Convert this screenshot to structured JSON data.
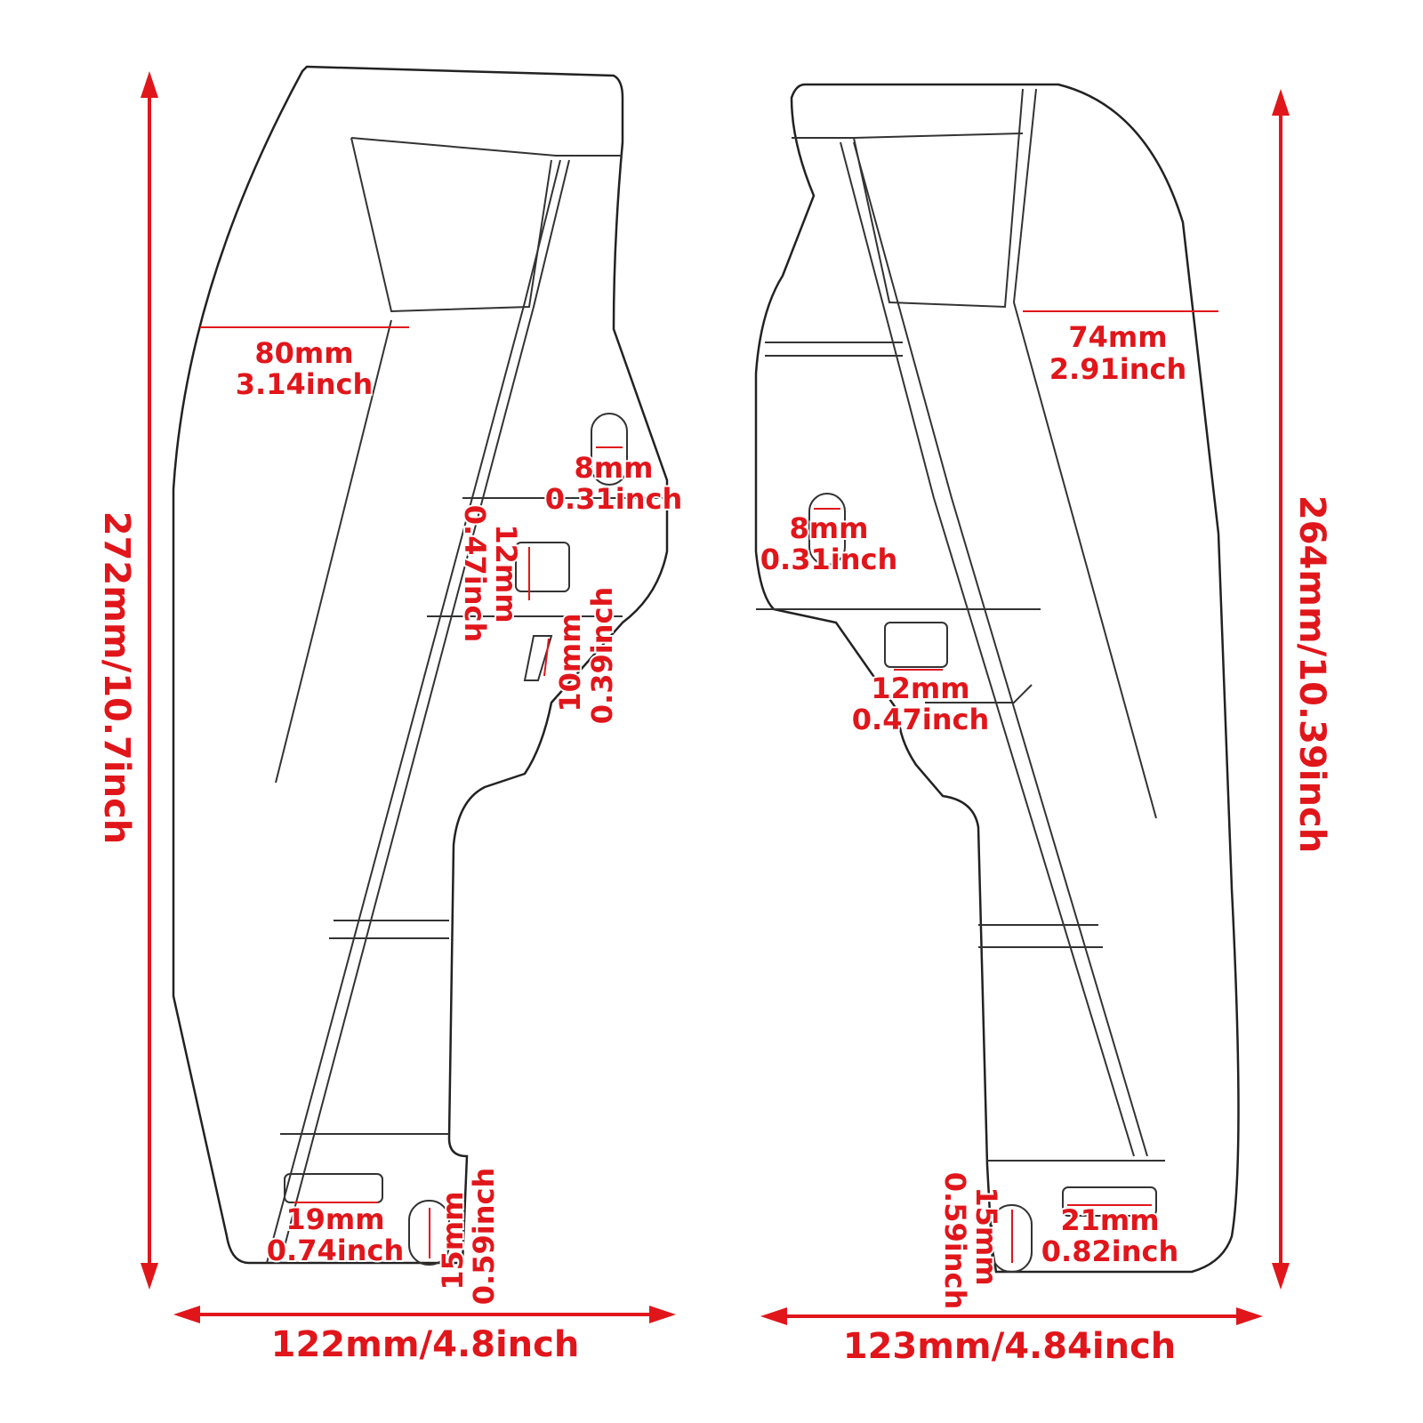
{
  "accent_color": "#e0161b",
  "left_part": {
    "height": "272mm/10.7inch",
    "width": "122mm/4.8inch",
    "top_width": {
      "mm": "80mm",
      "inch": "3.14inch"
    },
    "upper_slot": {
      "mm": "8mm",
      "inch": "0.31inch"
    },
    "square_hole": {
      "mm": "12mm",
      "inch": "0.47inch"
    },
    "small_slot": {
      "mm": "10mm",
      "inch": "0.39inch"
    },
    "bottom_slot_width": {
      "mm": "19mm",
      "inch": "0.74inch"
    },
    "bottom_slot_height": {
      "mm": "15mm",
      "inch": "0.59inch"
    }
  },
  "right_part": {
    "height": "264mm/10.39inch",
    "width": "123mm/4.84inch",
    "top_width": {
      "mm": "74mm",
      "inch": "2.91inch"
    },
    "upper_slot": {
      "mm": "8mm",
      "inch": "0.31inch"
    },
    "square_hole": {
      "mm": "12mm",
      "inch": "0.47inch"
    },
    "bottom_slot_width": {
      "mm": "21mm",
      "inch": "0.82inch"
    },
    "bottom_slot_height": {
      "mm": "15mm",
      "inch": "0.59inch"
    }
  }
}
